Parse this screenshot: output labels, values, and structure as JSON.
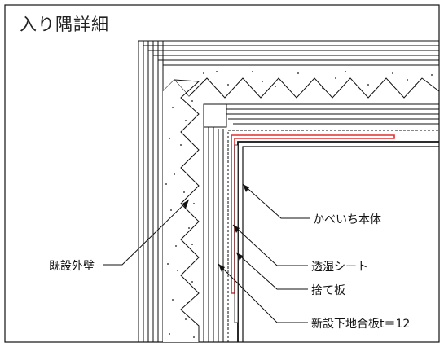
{
  "title": "入り隅詳細",
  "labels": {
    "existing_wall": "既設外壁",
    "wall_body": "かべいち本体",
    "moisture_sheet": "透湿シート",
    "sacrificial_board": "捨て板",
    "new_base_board": "新設下地合板t＝12"
  },
  "colors": {
    "line": "#111111",
    "sheet": "#e03030",
    "background": "#ffffff"
  }
}
